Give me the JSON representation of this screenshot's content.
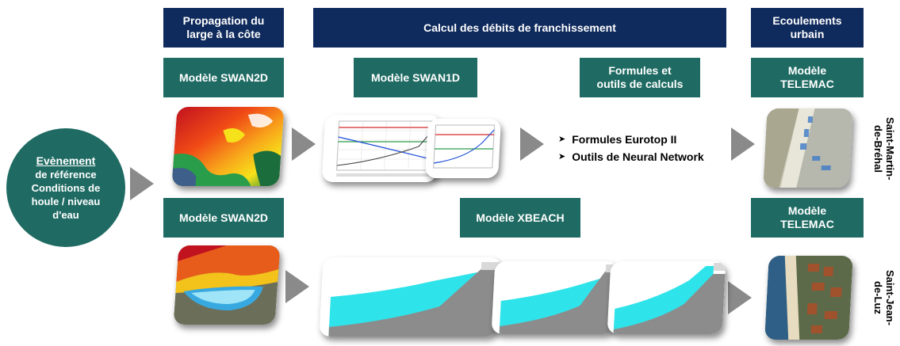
{
  "headers": {
    "propagation": "Propagation du\nlarge à la côte",
    "calcul": "Calcul des débits de franchissement",
    "ecoulements": "Ecoulements\nurbain"
  },
  "models": {
    "swan2d_top": "Modèle SWAN2D",
    "swan1d": "Modèle SWAN1D",
    "formules": "Formules et\noutils de calculs",
    "telemac_top": "Modèle\nTELEMAC",
    "swan2d_bottom": "Modèle SWAN2D",
    "xbeach": "Modèle XBEACH",
    "telemac_bottom": "Modèle\nTELEMAC"
  },
  "event": {
    "title": "Evènement",
    "subtitle": "de référence",
    "line1": "Conditions de",
    "line2": "houle / niveau",
    "line3": "d'eau"
  },
  "bullets": [
    "Formules Eurotop II",
    "Outils de Neural Network"
  ],
  "sites": {
    "top": "Saint-Martin-\nde-Bréhal",
    "bottom": "Saint-Jean-\nde-Luz"
  },
  "colors": {
    "header": "#0f2a5c",
    "model": "#1f6b63",
    "arrow": "#8a8a8a",
    "water": "#2fe3ea",
    "ground": "#8c8c8c"
  }
}
